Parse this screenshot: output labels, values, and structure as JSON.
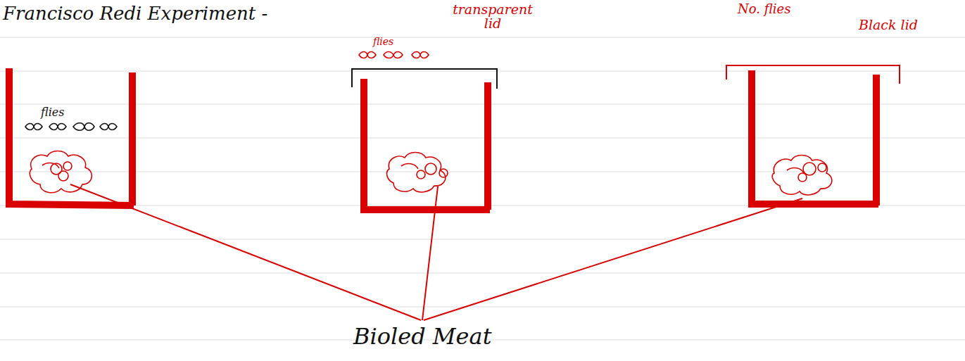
{
  "diagram": {
    "title": "Francisco Redi Experiment -",
    "labels": [
      "flies",
      "flies",
      "transparent lid",
      "No. flies",
      "Black lid",
      "Bioled Meat"
    ]
  }
}
